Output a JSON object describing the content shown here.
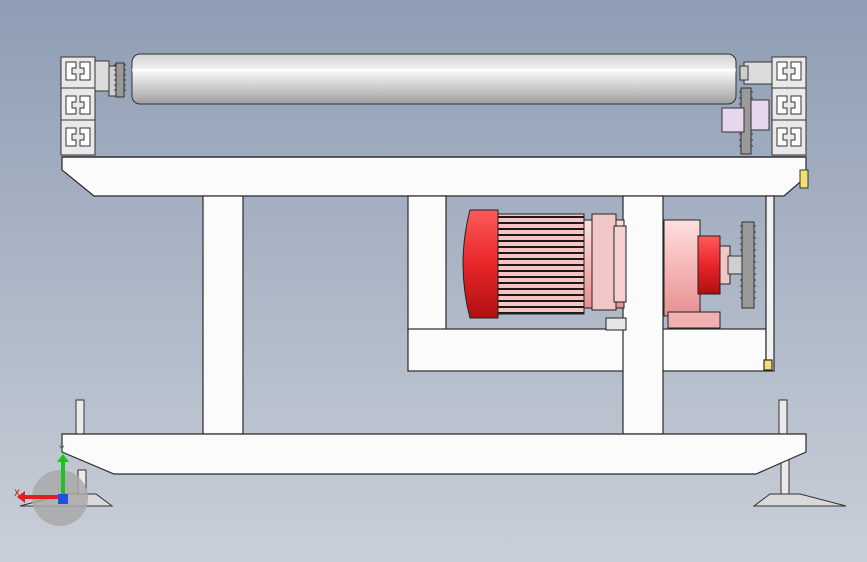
{
  "viewport": {
    "background_top": "#8f9db4",
    "background_bottom": "#c9cfd8"
  },
  "model": {
    "colors": {
      "frame_fill": "#fbfbfb",
      "edge": "#2a2a2a",
      "roller_light": "#f4f4f4",
      "roller_dark": "#b9b9b9",
      "motor_red": "#e8262a",
      "motor_pink": "#f6b6b6",
      "sprocket": "#9a9a9a",
      "accent_yellow": "#f2e070"
    },
    "parts": [
      "roller",
      "aluminum-profile",
      "top-frame-beam",
      "vertical-leg",
      "motor",
      "gearbox",
      "drive-sprocket",
      "base-beam",
      "leveling-foot"
    ]
  },
  "triad": {
    "x_label": "X",
    "y_label": "Y",
    "x_color": "#e02020",
    "y_color": "#20c020",
    "z_color": "#2050e0"
  }
}
